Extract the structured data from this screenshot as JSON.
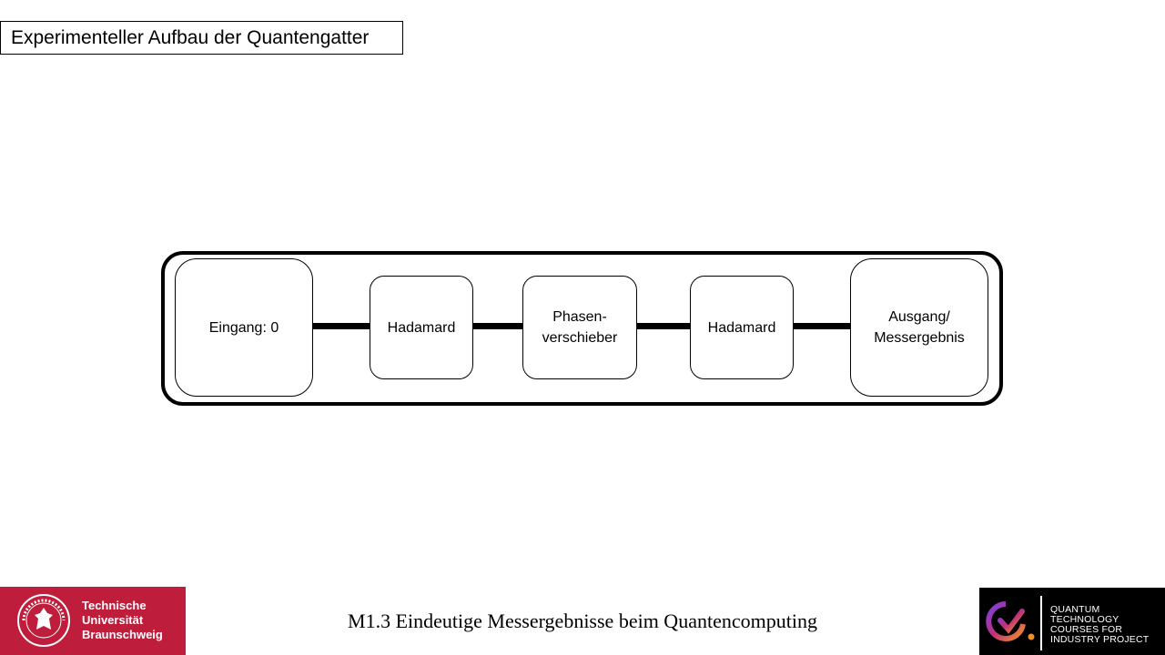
{
  "slide": {
    "title": "Experimenteller Aufbau der Quantengatter",
    "footer": "M1.3 Eindeutige Messergebnisse beim Quantencomputing"
  },
  "diagram": {
    "nodes": [
      {
        "id": "input",
        "label": "Eingang: 0"
      },
      {
        "id": "hadamard-1",
        "label": "Hadamard"
      },
      {
        "id": "phase-shifter",
        "label": "Phasen-\nverschieber"
      },
      {
        "id": "hadamard-2",
        "label": "Hadamard"
      },
      {
        "id": "output",
        "label": "Ausgang/\nMessergebnis"
      }
    ],
    "edges": [
      [
        "input",
        "hadamard-1"
      ],
      [
        "hadamard-1",
        "phase-shifter"
      ],
      [
        "phase-shifter",
        "hadamard-2"
      ],
      [
        "hadamard-2",
        "output"
      ]
    ]
  },
  "logos": {
    "tu": {
      "line1": "Technische",
      "line2": "Universität",
      "line3": "Braunschweig",
      "color": "#be1e3c"
    },
    "qtc": {
      "line1": "QUANTUM",
      "line2": "TECHNOLOGY",
      "line3": "COURSES FOR",
      "line4": "INDUSTRY PROJECT"
    }
  }
}
